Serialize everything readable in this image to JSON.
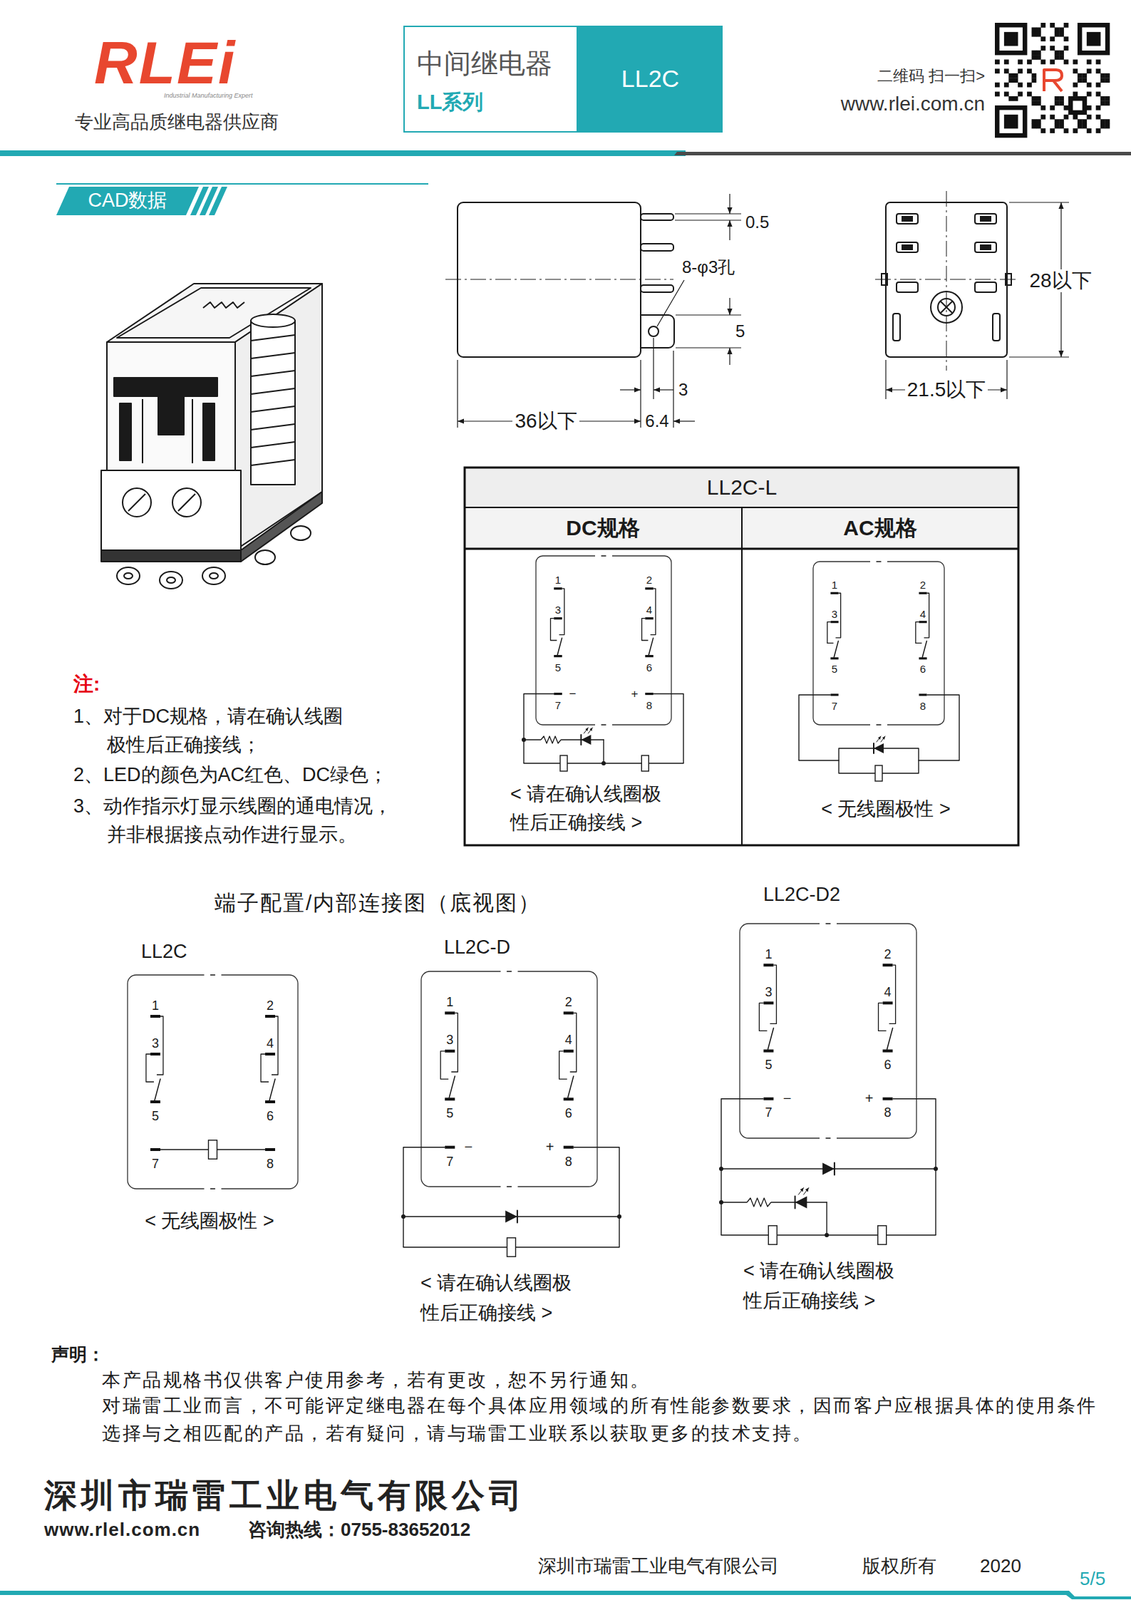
{
  "diagram": {
    "nodes": [
      {
        "text": [
          "中间继电器",
          "LL系列"
        ]
      },
      {
        "text": [
          "LL2C"
        ]
      },
      {
        "text": [
          "CAD数据"
        ]
      }
    ],
    "labels": [
      "RLEi",
      "Industrial Manufacturing Expert",
      "专业高品质继电器供应商",
      "二维码 扫一扫>",
      "www.rlei.com.cn",
      "0.5",
      "8-φ3孔",
      "5",
      "3",
      "36以下",
      "6.4",
      "28以下",
      "21.5以下",
      "LL2C-L",
      "DC规格",
      "AC规格",
      "1",
      "3",
      "5",
      "2",
      "4",
      "6",
      "7",
      "8",
      "−",
      "+",
      "< 请在确认线圈极 性后正确接线 >",
      "1",
      "3",
      "5",
      "2",
      "4",
      "6",
      "7",
      "8",
      "< 无线圈极性 >",
      "注:",
      "1、对于DC规格，请在确认线圈 极性后正确接线；",
      "2、LED的颜色为AC红色、DC绿色；",
      "3、动作指示灯显示线圈的通电情况， 并非根据接点动作进行显示。",
      "端子配置/内部连接图（底视图）",
      "LL2C",
      "1",
      "3",
      "5",
      "2",
      "4",
      "6",
      "7",
      "8",
      "< 无线圈极性 >",
      "LL2C-D",
      "1",
      "3",
      "5",
      "2",
      "4",
      "6",
      "7",
      "8",
      "−",
      "+",
      "< 请在确认线圈极 性后正确接线 >",
      "LL2C-D2",
      "1",
      "3",
      "5",
      "2",
      "4",
      "6",
      "7",
      "8",
      "−",
      "+",
      "< 请在确认线圈极 性后正确接线 >",
      "声明：",
      "本产品规格书仅供客户使用参考，若有更改，恕不另行通知。",
      "对瑞雷工业而言，不可能评定继电器在每个具体应用领域的所有性能参数要求，因而客户应根据具体的使用条件 选择与之相匹配的产品，若有疑问，请与瑞雷工业联系以获取更多的技术支持。",
      "深圳市瑞雷工业电气有限公司",
      "www.rlel.com.cn",
      "咨询热线：0755-83652012",
      "深圳市瑞雷工业电气有限公司",
      "版权所有",
      "2020",
      "5/5"
    ]
  }
}
